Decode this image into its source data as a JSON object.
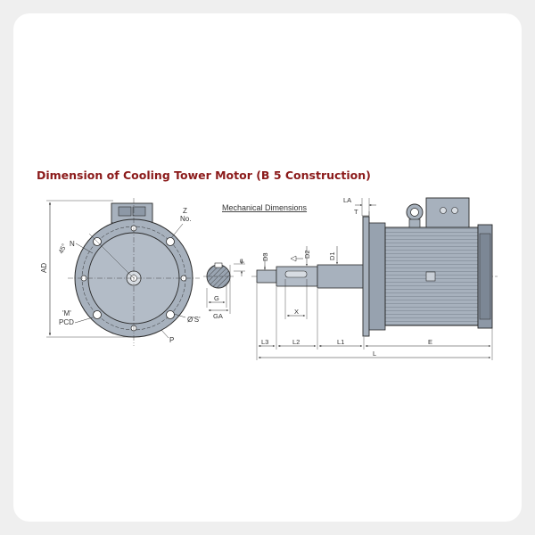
{
  "title": "Dimension of Cooling Tower Motor (B 5 Construction)",
  "subtitle": "Mechanical Dimensions",
  "labels": {
    "ad": "AD",
    "angle": "45°",
    "n": "N",
    "z": "Z",
    "no": "No.",
    "m": "'M'",
    "pcd": "PCD",
    "s": "Ø'S'",
    "p": "P",
    "f": "F",
    "g": "G",
    "ga": "GA",
    "d3": "D3",
    "d2": "D2",
    "d1": "D1",
    "la": "LA",
    "t": "T",
    "x": "X",
    "l3": "L3",
    "l2": "L2",
    "l1": "L1",
    "e": "E",
    "l": "L"
  },
  "colors": {
    "title": "#8b1a1a",
    "body_fill": "#a7b1bd",
    "body_dark": "#8d98a6",
    "line": "#2a2a2a",
    "background": "#efefef",
    "card": "#ffffff"
  }
}
